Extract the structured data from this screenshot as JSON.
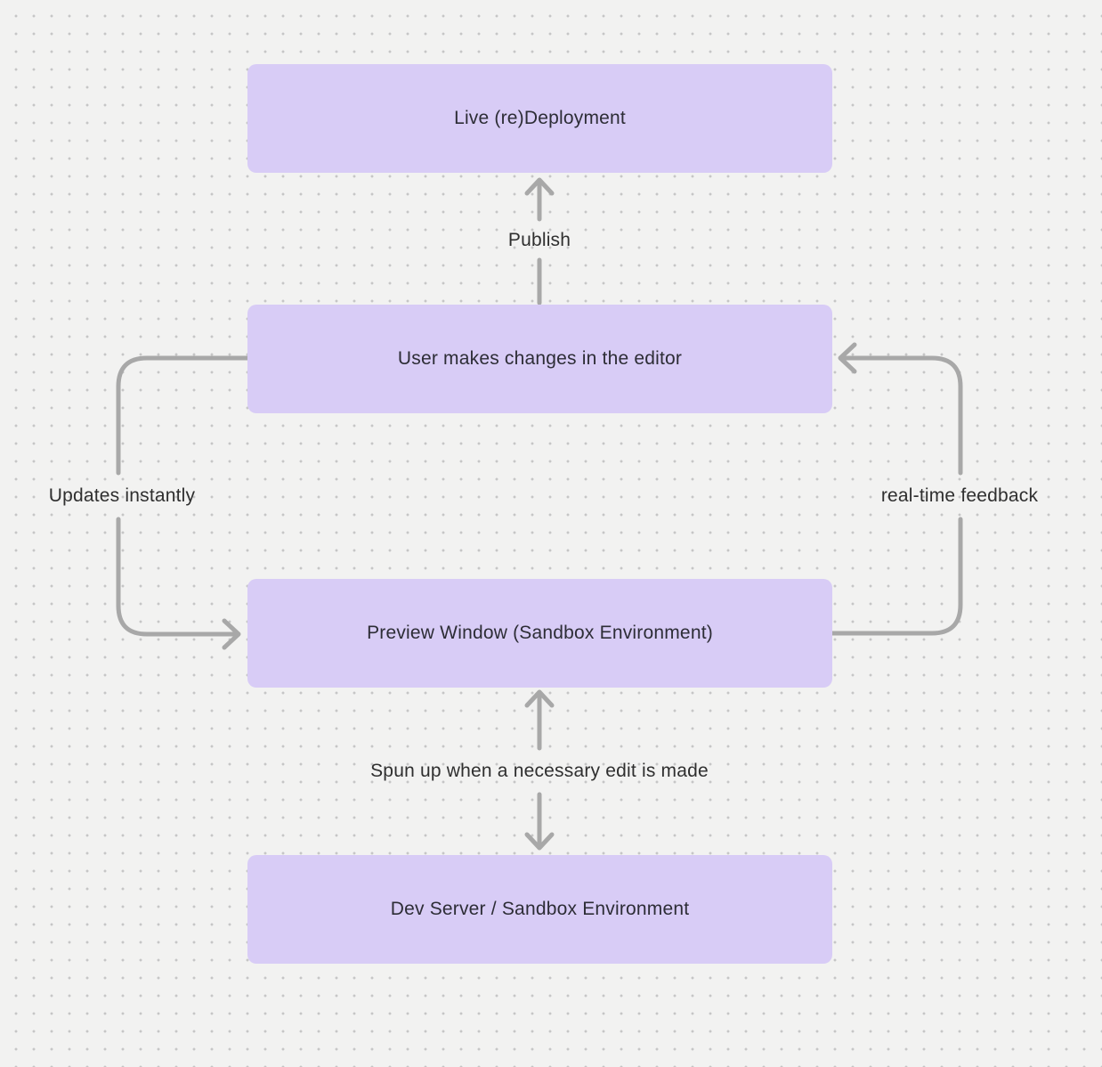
{
  "diagram": {
    "nodes": [
      {
        "id": "live-redeployment",
        "label": "Live (re)Deployment"
      },
      {
        "id": "user-editor",
        "label": "User makes changes in the editor"
      },
      {
        "id": "preview-window",
        "label": "Preview Window (Sandbox Environment)"
      },
      {
        "id": "dev-server",
        "label": "Dev Server / Sandbox Environment"
      }
    ],
    "edges": [
      {
        "id": "publish",
        "label": "Publish",
        "from": "user-editor",
        "to": "live-redeployment",
        "direction": "up"
      },
      {
        "id": "updates-instantly",
        "label": "Updates instantly",
        "from": "user-editor",
        "to": "preview-window",
        "direction": "left-loop-down"
      },
      {
        "id": "realtime-feedback",
        "label": "real-time feedback",
        "from": "preview-window",
        "to": "user-editor",
        "direction": "right-loop-up"
      },
      {
        "id": "spun-up",
        "label": "Spun up when a necessary edit is made",
        "from": "preview-window",
        "to": "dev-server",
        "direction": "both"
      }
    ],
    "colors": {
      "background": "#f2f2f1",
      "grid_dot": "#c6c6c6",
      "node_fill": "#d8ccf6",
      "node_text": "#2d2d36",
      "connector": "#a8a8a8",
      "edge_label_text": "#2f2f2f"
    }
  }
}
